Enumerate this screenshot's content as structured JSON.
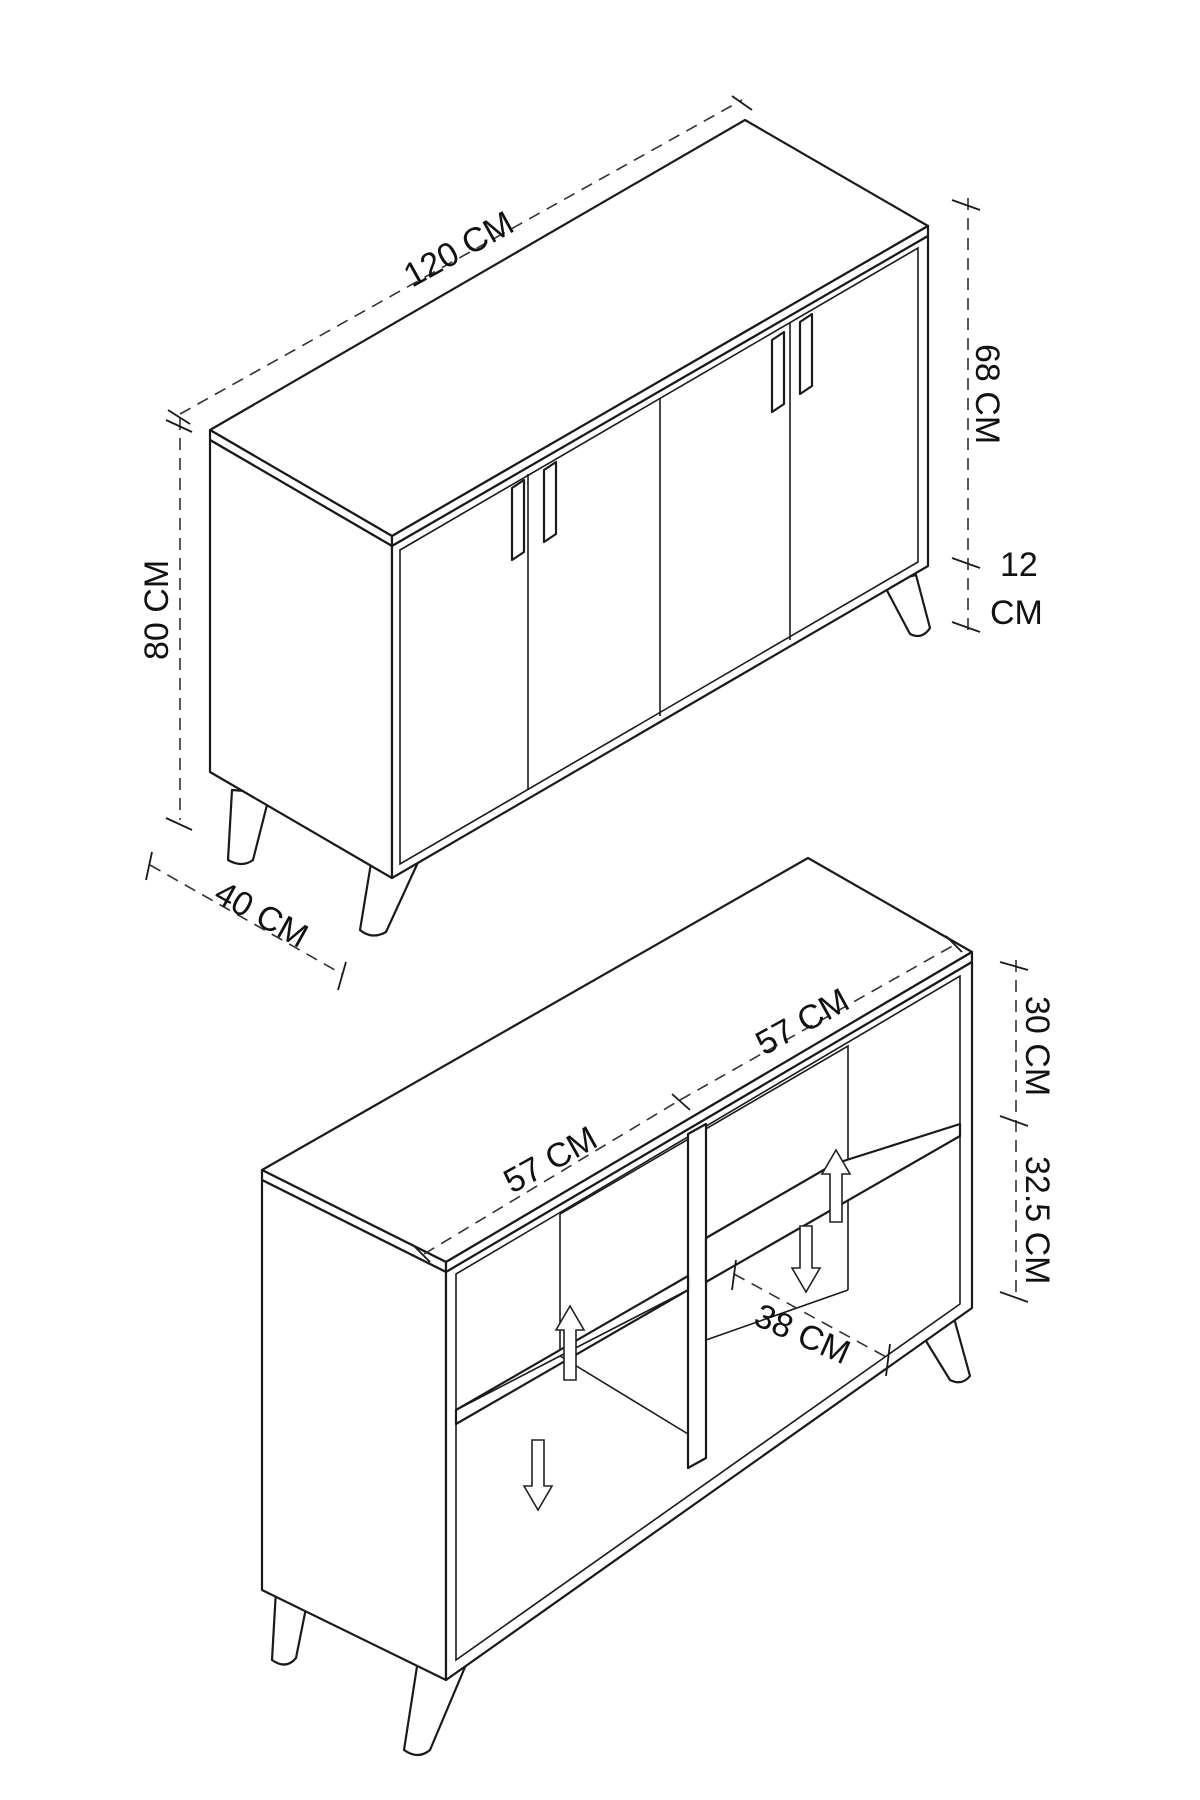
{
  "top_view": {
    "width_label": "120 CM",
    "height_label": "80 CM",
    "depth_label": "40 CM",
    "body_height_label": "68 CM",
    "leg_height_value": "12",
    "leg_height_unit": "CM"
  },
  "bottom_view": {
    "left_width_label": "57 CM",
    "right_width_label": "57 CM",
    "inner_depth_label": "38 CM",
    "upper_height_label": "30 CM",
    "lower_height_label": "32.5 CM"
  }
}
